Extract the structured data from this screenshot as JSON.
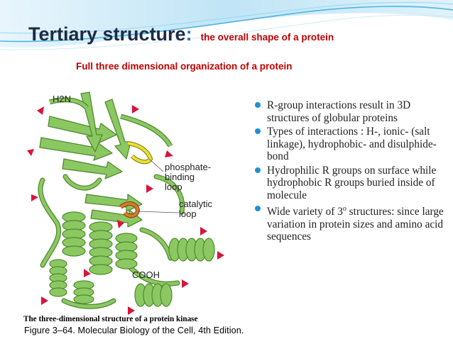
{
  "slide": {
    "title": "Tertiary structure",
    "title_colon": ":",
    "title_sub": "the overall shape of a protein",
    "subtitle": "Full three dimensional organization of a protein"
  },
  "figure": {
    "labels": {
      "n_terminus": "H2N",
      "phosphate_loop": [
        "phosphate-",
        "binding",
        "loop"
      ],
      "catalytic_loop": [
        "catalytic",
        "loop"
      ],
      "c_terminus": "COOH"
    },
    "caption": "The three-dimensional structure of a protein kinase",
    "source": "Figure 3–64. Molecular Biology of the Cell, 4th Edition.",
    "colors": {
      "ribbon": "#8cc862",
      "ribbon_dark": "#4f8a2e",
      "phosphate_loop": "#e6e234",
      "catalytic_loop": "#d97a2a",
      "markers": "#d8143a"
    }
  },
  "bullets": [
    "R-group interactions result in  3D structures of globular proteins",
    "Types of interactions : H-, ionic- (salt linkage), hydrophobic-  and disulphide- bond",
    "Hydrophilic R groups on surface while hydrophobic R groups buried inside of molecule",
    {
      "before": "Wide variety of 3",
      "sup": "o",
      "after": " structures: since large variation in protein sizes and amino acid sequences"
    }
  ]
}
